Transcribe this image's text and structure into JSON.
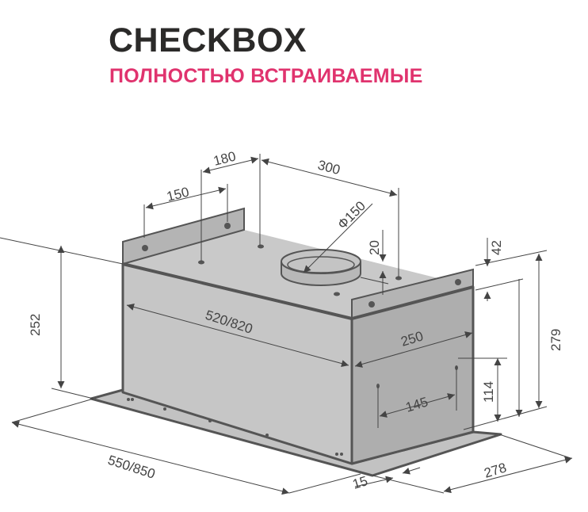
{
  "header": {
    "title": "CHECKBOX",
    "subtitle": "ПОЛНОСТЬЮ ВСТРАИВАЕМЫЕ"
  },
  "dimensions": {
    "d180": "180",
    "d300": "300",
    "d150": "150",
    "diameter": "Ф150",
    "d20": "20",
    "d42": "42",
    "d252": "252",
    "d279": "279",
    "d520": "520/820",
    "d250": "250",
    "d114": "114",
    "d145": "145",
    "d550": "550/850",
    "d15": "15",
    "d278": "278"
  },
  "colors": {
    "title": "#2b2a29",
    "subtitle": "#e0336e",
    "front_face": "#c6c6c6",
    "side_face": "#aeaeae",
    "edge": "#555555"
  }
}
